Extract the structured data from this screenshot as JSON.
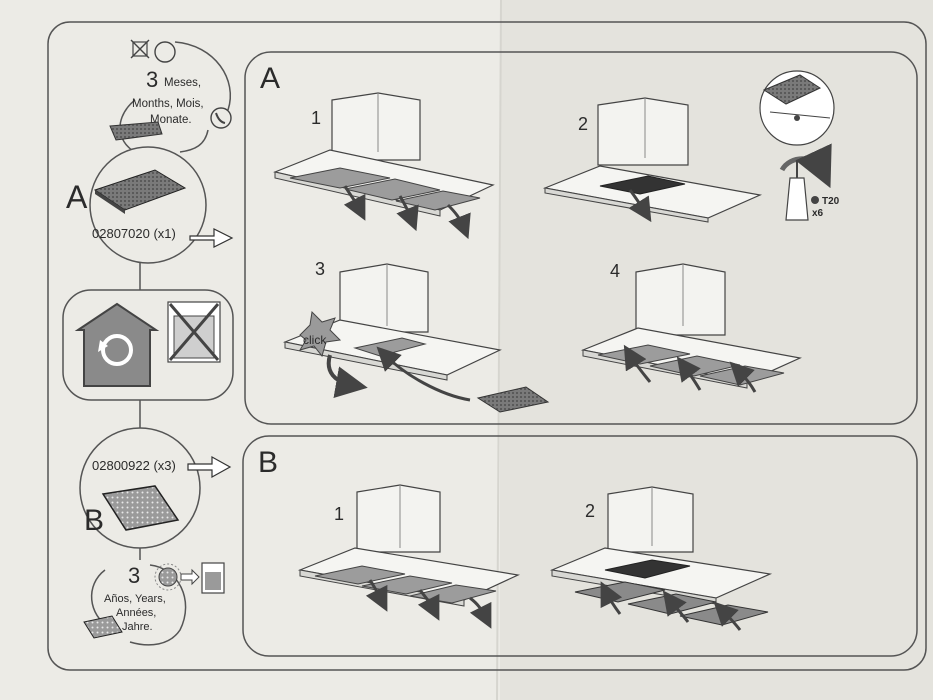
{
  "left_column": {
    "replace_interval_A": {
      "number": "3",
      "line1": "Meses,",
      "line2": "Months, Mois,",
      "line3": "Monate."
    },
    "filter_A": {
      "letter": "A",
      "part_number": "02807020 (x1)"
    },
    "filter_B": {
      "letter": "B",
      "part_number": "02800922 (x3)"
    },
    "replace_interval_B": {
      "number": "3",
      "line1": "Años, Years,",
      "line2": "Années,",
      "line3": "Jahre."
    }
  },
  "panel_A": {
    "letter": "A",
    "step1": "1",
    "step2": "2",
    "step3": "3",
    "step4": "4",
    "click_label": "click",
    "screw_type": "T20",
    "screw_count": "x6"
  },
  "panel_B": {
    "letter": "B",
    "step1": "1",
    "step2": "2"
  }
}
